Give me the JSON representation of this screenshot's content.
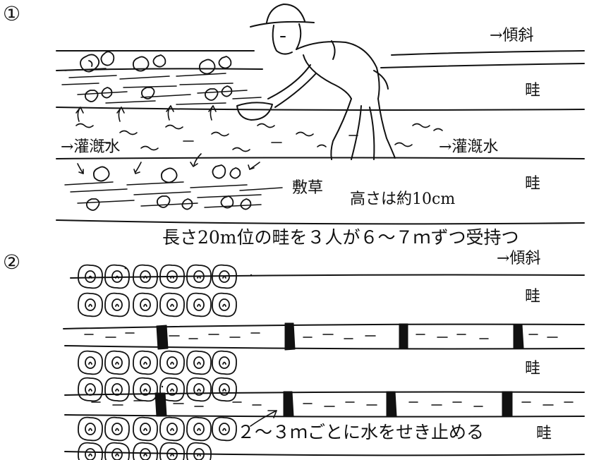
{
  "panel1": {
    "number": "①",
    "slope": "→傾斜",
    "ridge_top": "畦",
    "irrigation_left": "→灌漑水",
    "irrigation_right": "→灌漑水",
    "ridge_bottom": "畦",
    "mulch": "敷草",
    "height_note": "高さは約10cm"
  },
  "caption": "長さ20m位の畦を３人が６～７ｍずつ受持つ",
  "panel2": {
    "number": "②",
    "slope": "→傾斜",
    "ridge_1": "畦",
    "ridge_2": "畦",
    "ridge_3": "畦",
    "dam_note": "２～３ｍごとに水をせき止める"
  }
}
